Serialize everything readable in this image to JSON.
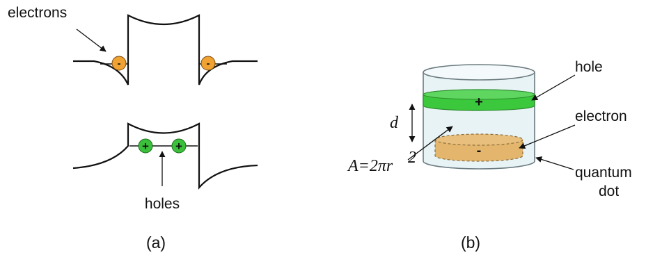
{
  "panel_a": {
    "caption": "(a)",
    "electrons_label": "electrons",
    "holes_label": "holes",
    "electron_sign": "-",
    "hole_sign": "+"
  },
  "panel_b": {
    "caption": "(b)",
    "hole_label": "hole",
    "electron_label": "electron",
    "quantum_label_line1": "quantum",
    "quantum_label_line2": "dot",
    "d_label": "d",
    "area_label": "A=2πr",
    "area_exponent": "2",
    "plus_sign": "+",
    "minus_sign": "-"
  },
  "colors": {
    "electron_orange": "#f0a232",
    "hole_green": "#3ac03a",
    "green_layer": "#3cc83c",
    "electron_slab": "#e4b56c",
    "cylinder_fill": "#e8f3f6"
  }
}
